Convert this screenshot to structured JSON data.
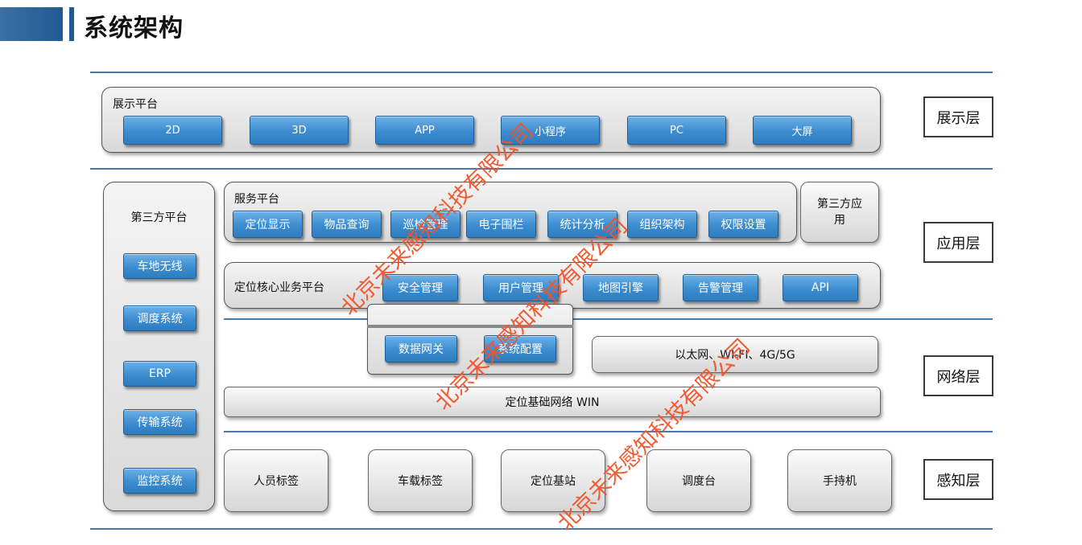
{
  "title": "系统架构",
  "display_platform": {
    "title": "展示平台",
    "items": [
      "2D",
      "3D",
      "APP",
      "小程序",
      "PC",
      "大屏"
    ]
  },
  "third_party_platform": {
    "title": "第三方平台",
    "items": [
      "车地无线",
      "调度系统",
      "ERP",
      "传输系统",
      "监控系统"
    ]
  },
  "service_platform": {
    "title": "服务平台",
    "items": [
      "定位显示",
      "物品查询",
      "巡检管理",
      "电子围栏",
      "统计分析",
      "组织架构",
      "权限设置"
    ]
  },
  "third_party_app": "第三方应用",
  "core_platform": {
    "title": "定位核心业务平台",
    "items": [
      "安全管理",
      "用户管理",
      "地图引擎",
      "告警管理",
      "API"
    ]
  },
  "gateway": {
    "items": [
      "数据网关",
      "系统配置"
    ]
  },
  "network_types": "以太网、WI-FI、4G/5G",
  "base_network": "定位基础网络 WIN",
  "devices": [
    "人员标签",
    "车载标签",
    "定位基站",
    "调度台",
    "手持机"
  ],
  "layers": [
    "展示层",
    "应用层",
    "网络层",
    "感知层"
  ],
  "watermark": "北京未来感知科技有限公司"
}
